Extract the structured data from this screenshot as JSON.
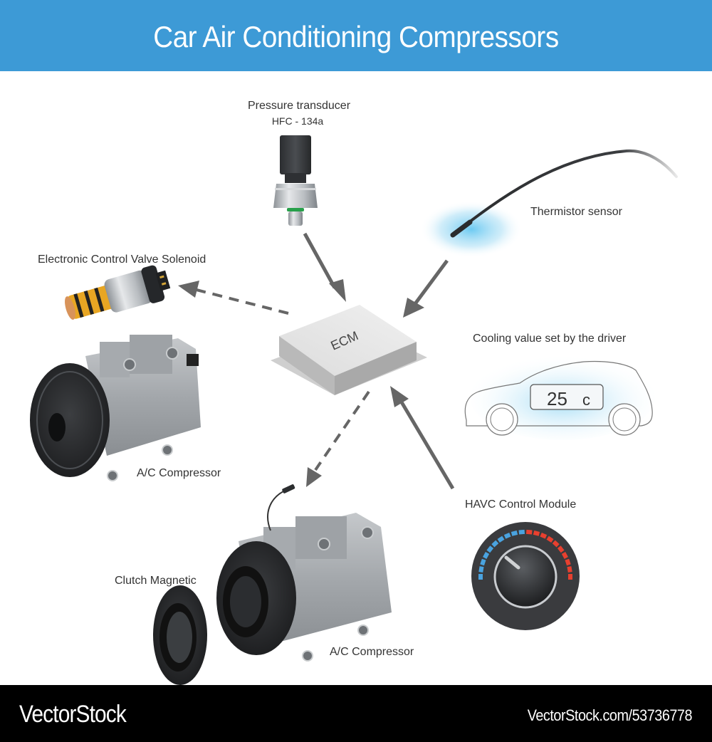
{
  "header": {
    "title": "Car Air Conditioning Compressors",
    "background_color": "#3d9ad6"
  },
  "components": {
    "pressure_transducer": {
      "label": "Pressure transducer",
      "sublabel": "HFC - 134a"
    },
    "thermistor": {
      "label": "Thermistor sensor"
    },
    "solenoid": {
      "label": "Electronic Control Valve Solenoid"
    },
    "ecm": {
      "label": "ECM"
    },
    "cooling": {
      "label": "Cooling value set by the driver",
      "display_value": "25",
      "display_unit": "c"
    },
    "compressor_top": {
      "label": "A/C Compressor"
    },
    "compressor_bottom": {
      "label": "A/C Compressor"
    },
    "clutch": {
      "label": "Clutch Magnetic"
    },
    "hvac": {
      "label": "HAVC Control Module",
      "cold_color": "#4aa3e0",
      "hot_color": "#e8402f"
    }
  },
  "arrows": [
    {
      "from": "Pressure transducer",
      "to": "ECM",
      "style": "solid"
    },
    {
      "from": "Thermistor sensor",
      "to": "ECM",
      "style": "solid"
    },
    {
      "from": "HAVC Control Module",
      "to": "ECM",
      "style": "solid"
    },
    {
      "from": "ECM",
      "to": "Electronic Control Valve Solenoid",
      "style": "dashed"
    },
    {
      "from": "ECM",
      "to": "A/C Compressor",
      "style": "dashed"
    }
  ],
  "footer": {
    "brand": "VectorStock",
    "url": "VectorStock.com/53736778"
  }
}
